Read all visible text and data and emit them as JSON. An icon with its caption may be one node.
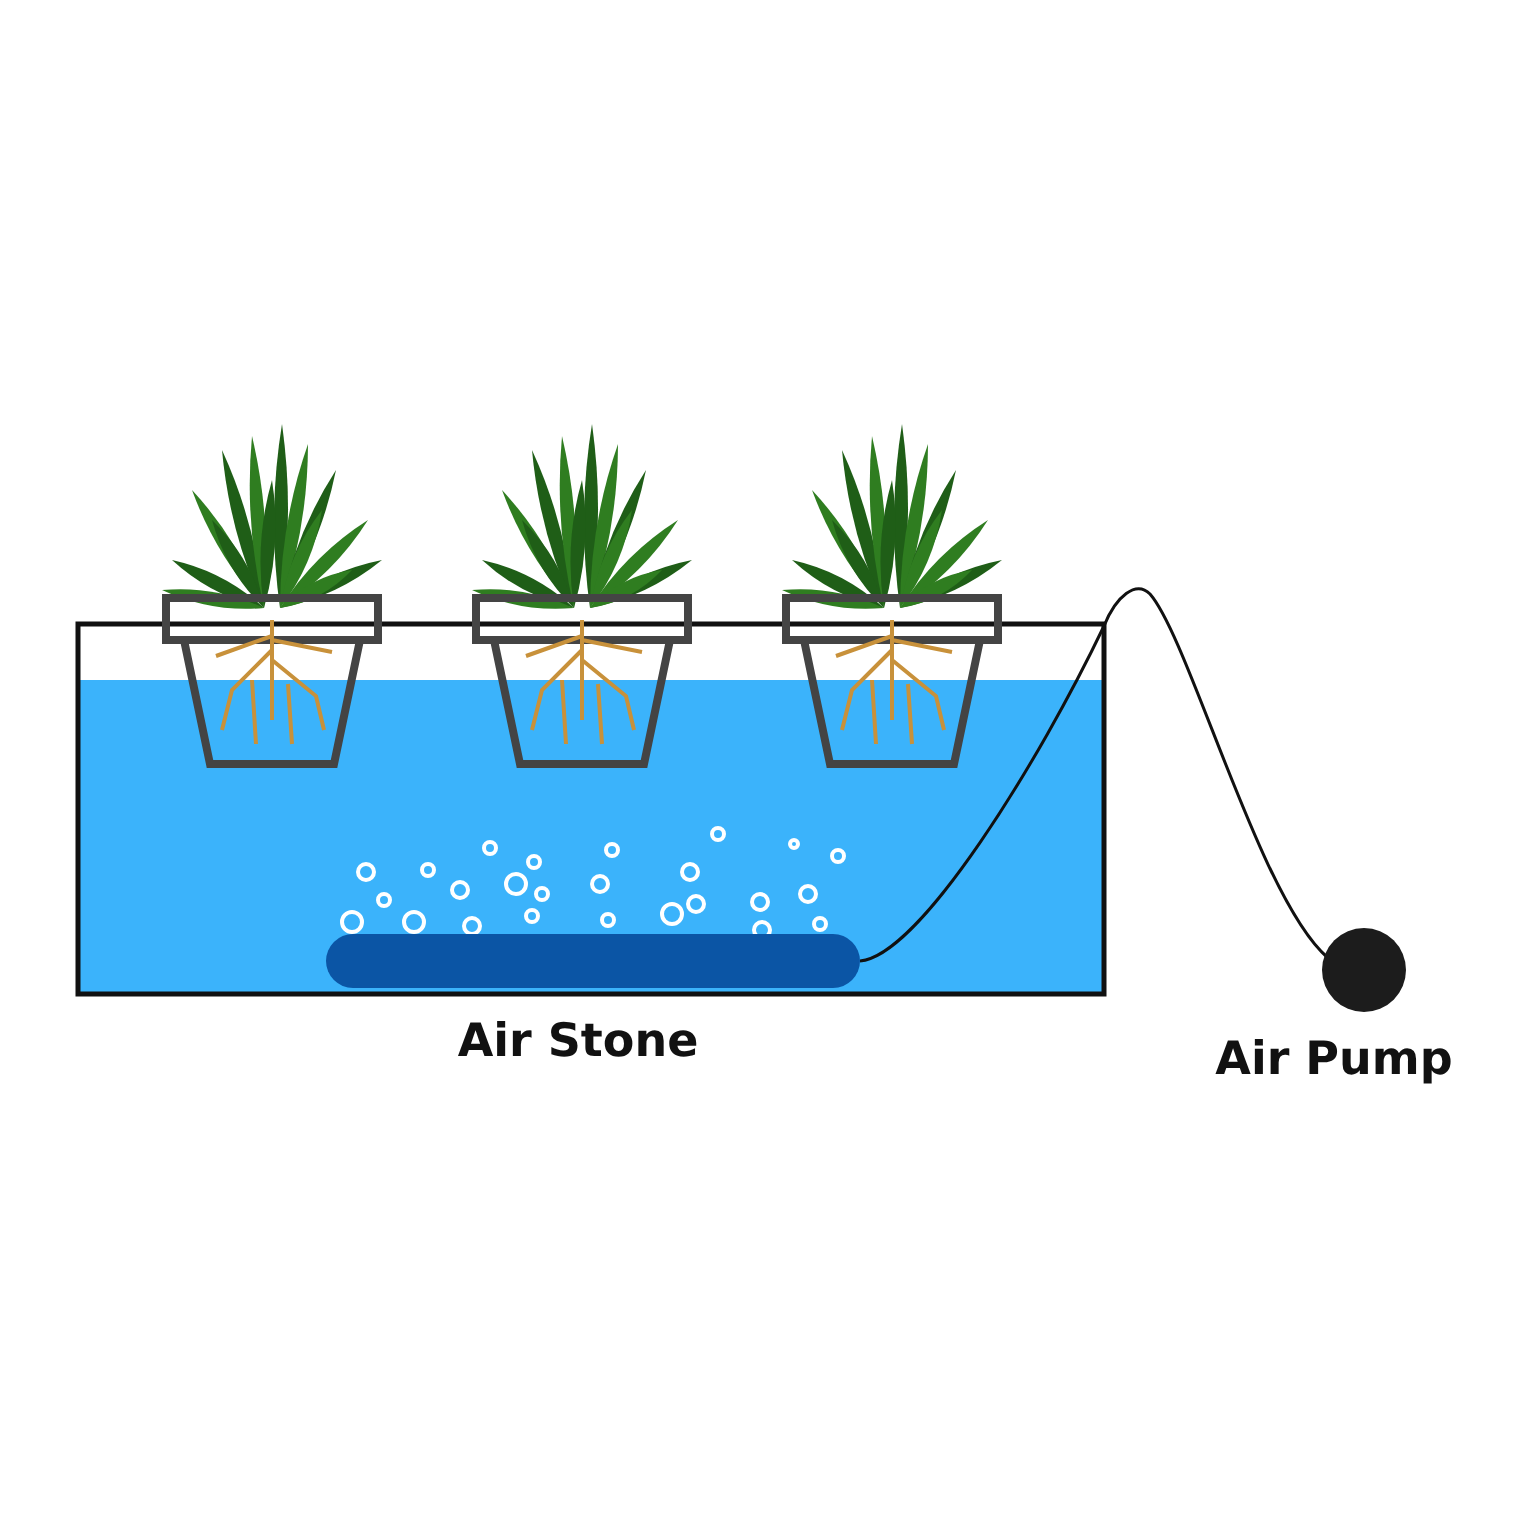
{
  "diagram": {
    "nodes": [
      {
        "text": [],
        "shape": "bar",
        "beside": [
          "Air Stone"
        ]
      },
      {
        "text": [],
        "shape": "circle",
        "beside": [
          "Air Pump"
        ]
      }
    ],
    "edges": [
      {
        "from": 0,
        "to": 1,
        "arrow": "none"
      }
    ]
  }
}
